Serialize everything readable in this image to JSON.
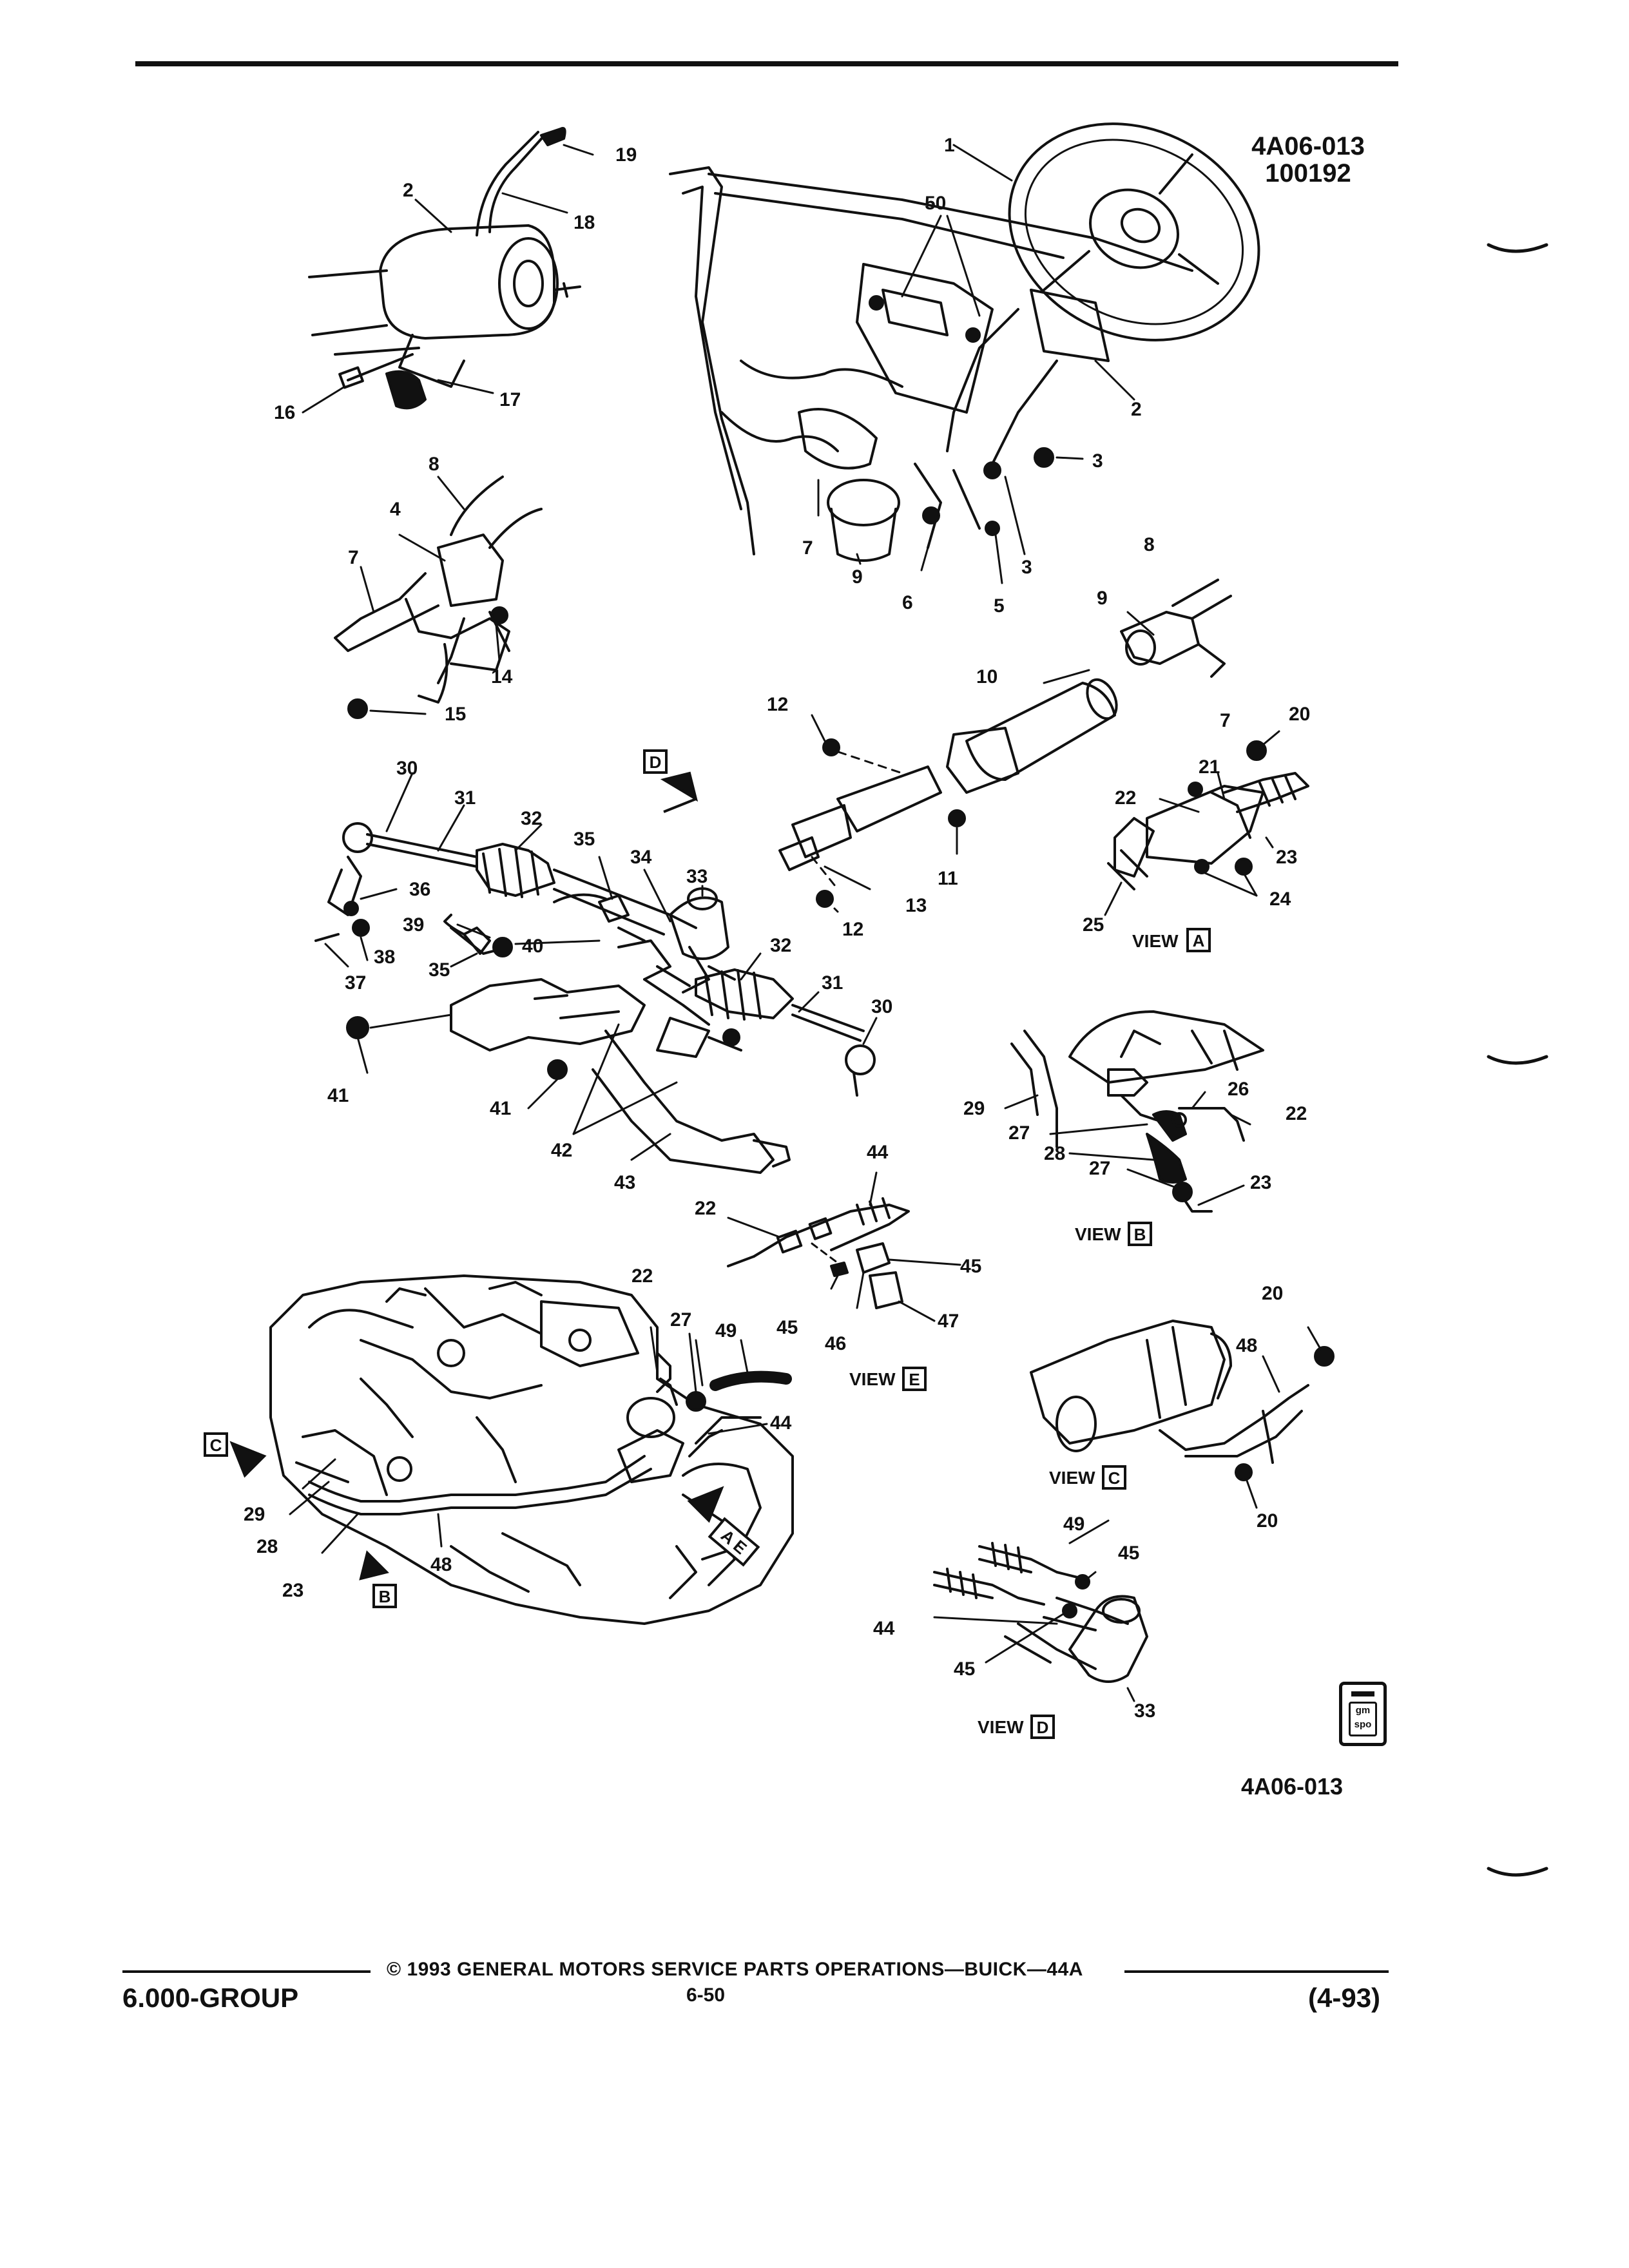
{
  "header": {
    "ref_code_line1": "4A06-013",
    "ref_code_line2": "100192"
  },
  "bottom_ref_code": "4A06-013",
  "callouts": {
    "c1": "1",
    "c2a": "2",
    "c2b": "2",
    "c3a": "3",
    "c3b": "3",
    "c4": "4",
    "c5": "5",
    "c6": "6",
    "c7a": "7",
    "c7b": "7",
    "c7c": "7",
    "c8a": "8",
    "c8b": "8",
    "c9a": "9",
    "c9b": "9",
    "c10": "10",
    "c11": "11",
    "c12a": "12",
    "c12b": "12",
    "c13": "13",
    "c14": "14",
    "c15": "15",
    "c16": "16",
    "c17": "17",
    "c18": "18",
    "c19": "19",
    "c20a": "20",
    "c20b": "20",
    "c20c": "20",
    "c21": "21",
    "c22a": "22",
    "c22b": "22",
    "c22c": "22",
    "c22d": "22",
    "c23a": "23",
    "c23b": "23",
    "c23c": "23",
    "c24": "24",
    "c25": "25",
    "c26": "26",
    "c27a": "27",
    "c27b": "27",
    "c27c": "27",
    "c28a": "28",
    "c28b": "28",
    "c29a": "29",
    "c29b": "29",
    "c30a": "30",
    "c30b": "30",
    "c31a": "31",
    "c31b": "31",
    "c32a": "32",
    "c32b": "32",
    "c33a": "33",
    "c33b": "33",
    "c34": "34",
    "c35a": "35",
    "c35b": "35",
    "c36": "36",
    "c37": "37",
    "c38": "38",
    "c39": "39",
    "c40": "40",
    "c41a": "41",
    "c41b": "41",
    "c42": "42",
    "c43": "43",
    "c44a": "44",
    "c44b": "44",
    "c44c": "44",
    "c45a": "45",
    "c45b": "45",
    "c45c": "45",
    "c45d": "45",
    "c46": "46",
    "c47": "47",
    "c48a": "48",
    "c48b": "48",
    "c49a": "49",
    "c49b": "49",
    "c50": "50"
  },
  "views": {
    "a": {
      "label": "VIEW",
      "letter": "A"
    },
    "b": {
      "label": "VIEW",
      "letter": "B"
    },
    "c": {
      "label": "VIEW",
      "letter": "C"
    },
    "d": {
      "label": "VIEW",
      "letter": "D"
    },
    "e": {
      "label": "VIEW",
      "letter": "E"
    }
  },
  "direction_markers": {
    "d": "D",
    "c": "C",
    "b": "B",
    "ae": "A E"
  },
  "footer": {
    "group": "6.000-GROUP",
    "copyright": "© 1993 GENERAL MOTORS SERVICE PARTS OPERATIONS—BUICK—44A",
    "page": "6-50",
    "date": "(4-93)"
  },
  "logo_text": "gm spo",
  "colors": {
    "ink": "#111111",
    "paper": "#ffffff"
  }
}
